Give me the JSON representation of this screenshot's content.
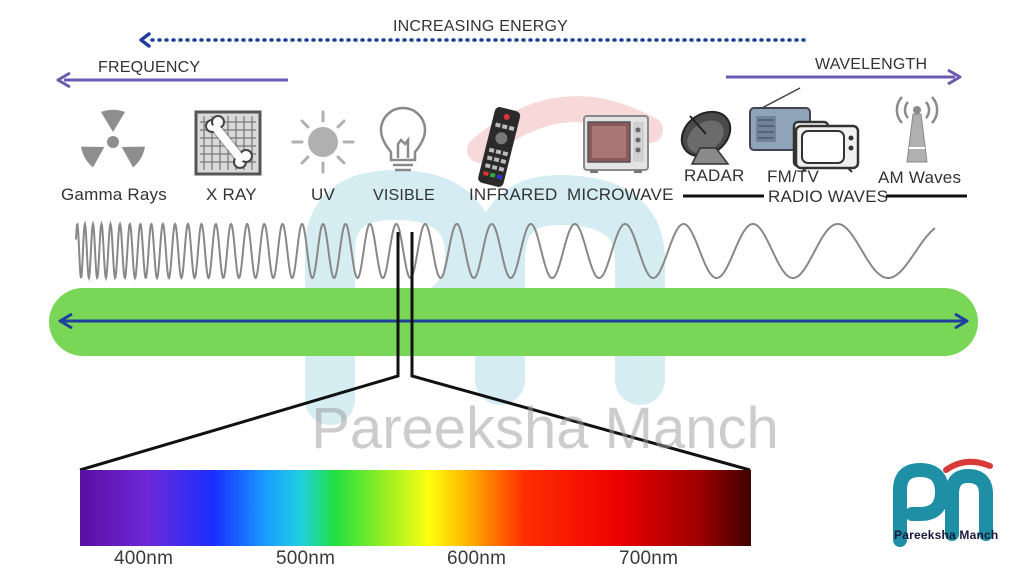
{
  "header": {
    "energy_label": "INCREASING ENERGY",
    "frequency_label": "FREQUENCY",
    "wavelength_label": "WAVELENGTH"
  },
  "bands": [
    {
      "label": "Gamma Rays",
      "icon": "radiation-icon"
    },
    {
      "label": "X RAY",
      "icon": "xray-bone-icon"
    },
    {
      "label": "UV",
      "icon": "sun-icon"
    },
    {
      "label": "VISIBLE",
      "icon": "light-bulb-icon"
    },
    {
      "label": "INFRARED",
      "icon": "remote-control-icon"
    },
    {
      "label": "MICROWAVE",
      "icon": "microwave-oven-icon"
    },
    {
      "label": "RADAR",
      "icon": "satellite-dish-icon"
    },
    {
      "label": "FM/TV",
      "icon": "radio-tv-icon"
    },
    {
      "label": "AM Waves",
      "icon": "antenna-tower-icon"
    }
  ],
  "radio_waves_label": "RADIO WAVES",
  "spectrum_ticks": [
    "400nm",
    "500nm",
    "600nm",
    "700nm"
  ],
  "watermark": "Pareeksha Manch",
  "logo_text": "Pareeksha Manch",
  "colors": {
    "arrow_purple": "#6b5bb0",
    "arrow_blue": "#1f3f9e",
    "band_green": "#7ad657",
    "wave_gray": "#888888"
  }
}
